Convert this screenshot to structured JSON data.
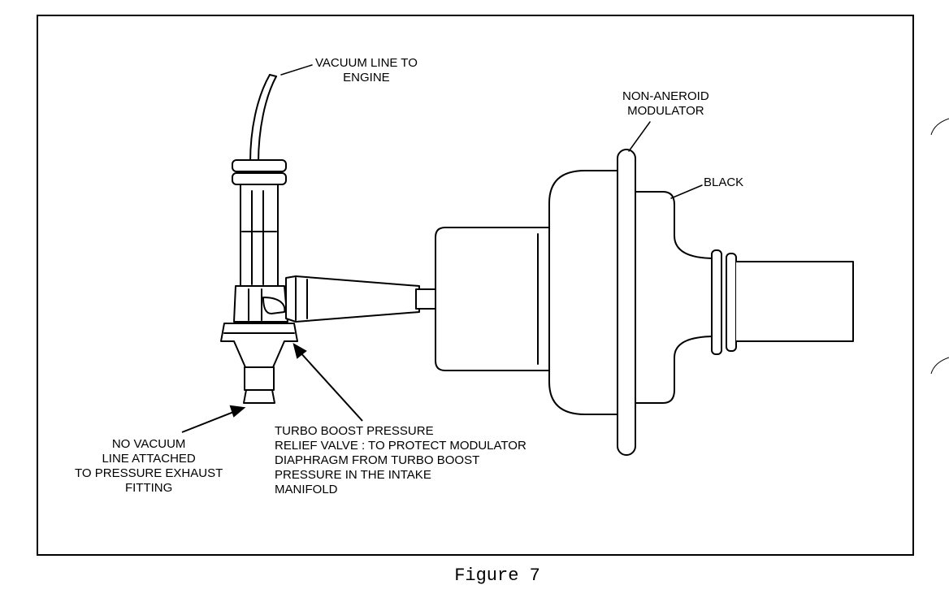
{
  "figure": {
    "caption": "Figure 7"
  },
  "labels": {
    "vacuum_line": "VACUUM LINE TO\nENGINE",
    "non_aneroid": "NON-ANEROID\nMODULATOR",
    "black": "BLACK",
    "no_vacuum": "NO VACUUM\nLINE ATTACHED\nTO PRESSURE EXHAUST\nFITTING",
    "turbo_boost": "TURBO BOOST PRESSURE\nRELIEF VALVE : TO PROTECT MODULATOR\nDIAPHRAGM FROM TURBO BOOST\nPRESSURE IN THE INTAKE\nMANIFOLD"
  }
}
